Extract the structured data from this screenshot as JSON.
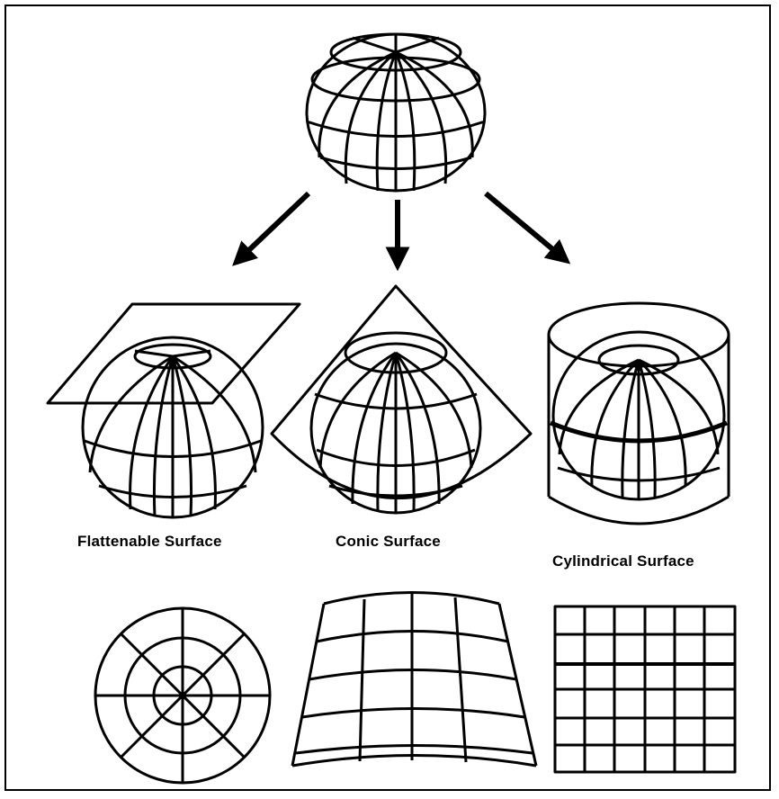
{
  "labels": {
    "planar": "Flattenable Surface",
    "conic": "Conic Surface",
    "cylindrical": "Cylindrical Surface"
  },
  "colors": {
    "ink": "#000000",
    "paper": "#ffffff"
  }
}
